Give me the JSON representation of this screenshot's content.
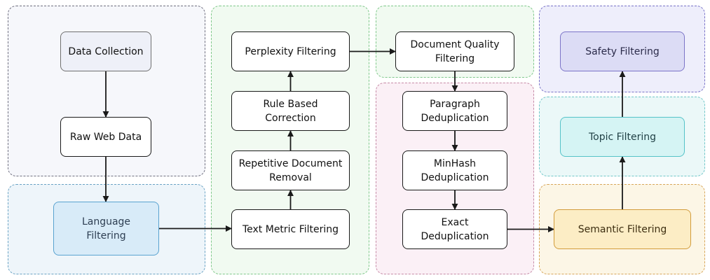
{
  "colors": {
    "edge": "#1a1a1a",
    "group_gray_border": "#6f6f7f",
    "group_gray_fill": "#f6f7fb",
    "group_blue_border": "#6aa3c4",
    "group_blue_fill": "#eef5fa",
    "group_green_border": "#7fc88a",
    "group_green_fill": "#f1faf1",
    "group_pink_border": "#c68aa6",
    "group_pink_fill": "#fbf0f6",
    "group_purple_border": "#7a74c8",
    "group_purple_fill": "#eeeefb",
    "group_cyan_border": "#72c7c9",
    "group_cyan_fill": "#ebf8f8",
    "group_orange_border": "#d8a65a",
    "group_orange_fill": "#fcf6e6",
    "node_gray_fill": "#eef0f8",
    "node_gray_border": "#707070",
    "node_blue_fill": "#d8ebf8",
    "node_blue_border": "#5aa3d0",
    "node_purple_fill": "#dcdcf5",
    "node_purple_border": "#7c74c8",
    "node_cyan_fill": "#d5f4f4",
    "node_cyan_border": "#55c3c8",
    "node_orange_fill": "#fcedc5",
    "node_orange_border": "#d29c3c"
  },
  "nodes": {
    "data_collection": "Data Collection",
    "raw_web_data": "Raw Web Data",
    "language_filtering": "Language\nFiltering",
    "text_metric_filtering": "Text Metric Filtering",
    "repetitive_document_removal": "Repetitive Document\nRemoval",
    "rule_based_correction": "Rule Based\nCorrection",
    "perplexity_filtering": "Perplexity Filtering",
    "document_quality_filtering": "Document Quality\nFiltering",
    "paragraph_deduplication": "Paragraph\nDeduplication",
    "minhash_deduplication": "MinHash\nDeduplication",
    "exact_deduplication": "Exact\nDeduplication",
    "semantic_filtering": "Semantic Filtering",
    "topic_filtering": "Topic Filtering",
    "safety_filtering": "Safety Filtering"
  },
  "edges": [
    [
      "data_collection",
      "raw_web_data"
    ],
    [
      "raw_web_data",
      "language_filtering"
    ],
    [
      "language_filtering",
      "text_metric_filtering"
    ],
    [
      "text_metric_filtering",
      "repetitive_document_removal"
    ],
    [
      "repetitive_document_removal",
      "rule_based_correction"
    ],
    [
      "rule_based_correction",
      "perplexity_filtering"
    ],
    [
      "perplexity_filtering",
      "document_quality_filtering"
    ],
    [
      "document_quality_filtering",
      "paragraph_deduplication"
    ],
    [
      "paragraph_deduplication",
      "minhash_deduplication"
    ],
    [
      "minhash_deduplication",
      "exact_deduplication"
    ],
    [
      "exact_deduplication",
      "semantic_filtering"
    ],
    [
      "semantic_filtering",
      "topic_filtering"
    ],
    [
      "topic_filtering",
      "safety_filtering"
    ]
  ]
}
